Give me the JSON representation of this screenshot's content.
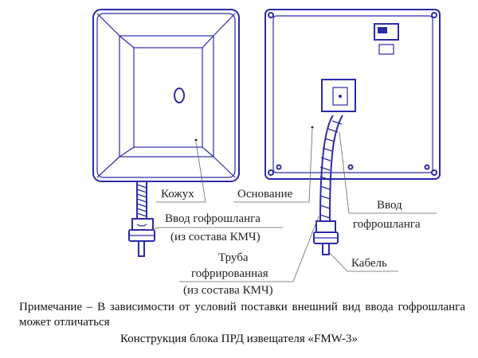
{
  "labels": {
    "cover": "Кожух",
    "base": "Основание",
    "hose_entry_right_1": "Ввод",
    "hose_entry_right_2": "гофрошланга",
    "hose_entry_left": "Ввод гофрошланга",
    "hose_entry_left_kit": "(из состава КМЧ)",
    "tube_1": "Труба",
    "tube_2": "гофрированная",
    "tube_kit": "(из состава КМЧ)",
    "cable": "Кабель"
  },
  "note": "Примечание – В зависимости от условий поставки внешний вид ввода гофрошланга может отличаться",
  "caption": "Конструкция блока ПРД извещателя «FMW-3»"
}
